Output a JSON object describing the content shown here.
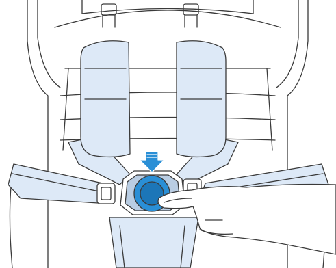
{
  "illustration": {
    "subject": "car-seat-harness-buckle-release",
    "colors": {
      "background": "#ffffff",
      "outline": "#3a3a3a",
      "fabric": "#dde9f7",
      "buckle_ring": "#b9cde3",
      "button": "#2a8fd6",
      "button_dark": "#1c76b8",
      "arrow": "#2a8fd6",
      "skin": "#ffffff"
    },
    "parts": [
      "seat-shell",
      "seat-cushion-lines",
      "shoulder-pad-left",
      "shoulder-pad-right",
      "lap-belt-left",
      "lap-belt-right",
      "belt-adjuster-left",
      "belt-adjuster-right",
      "crotch-strap",
      "buckle-housing",
      "release-button",
      "press-arrow-icon",
      "pressing-hand"
    ]
  }
}
